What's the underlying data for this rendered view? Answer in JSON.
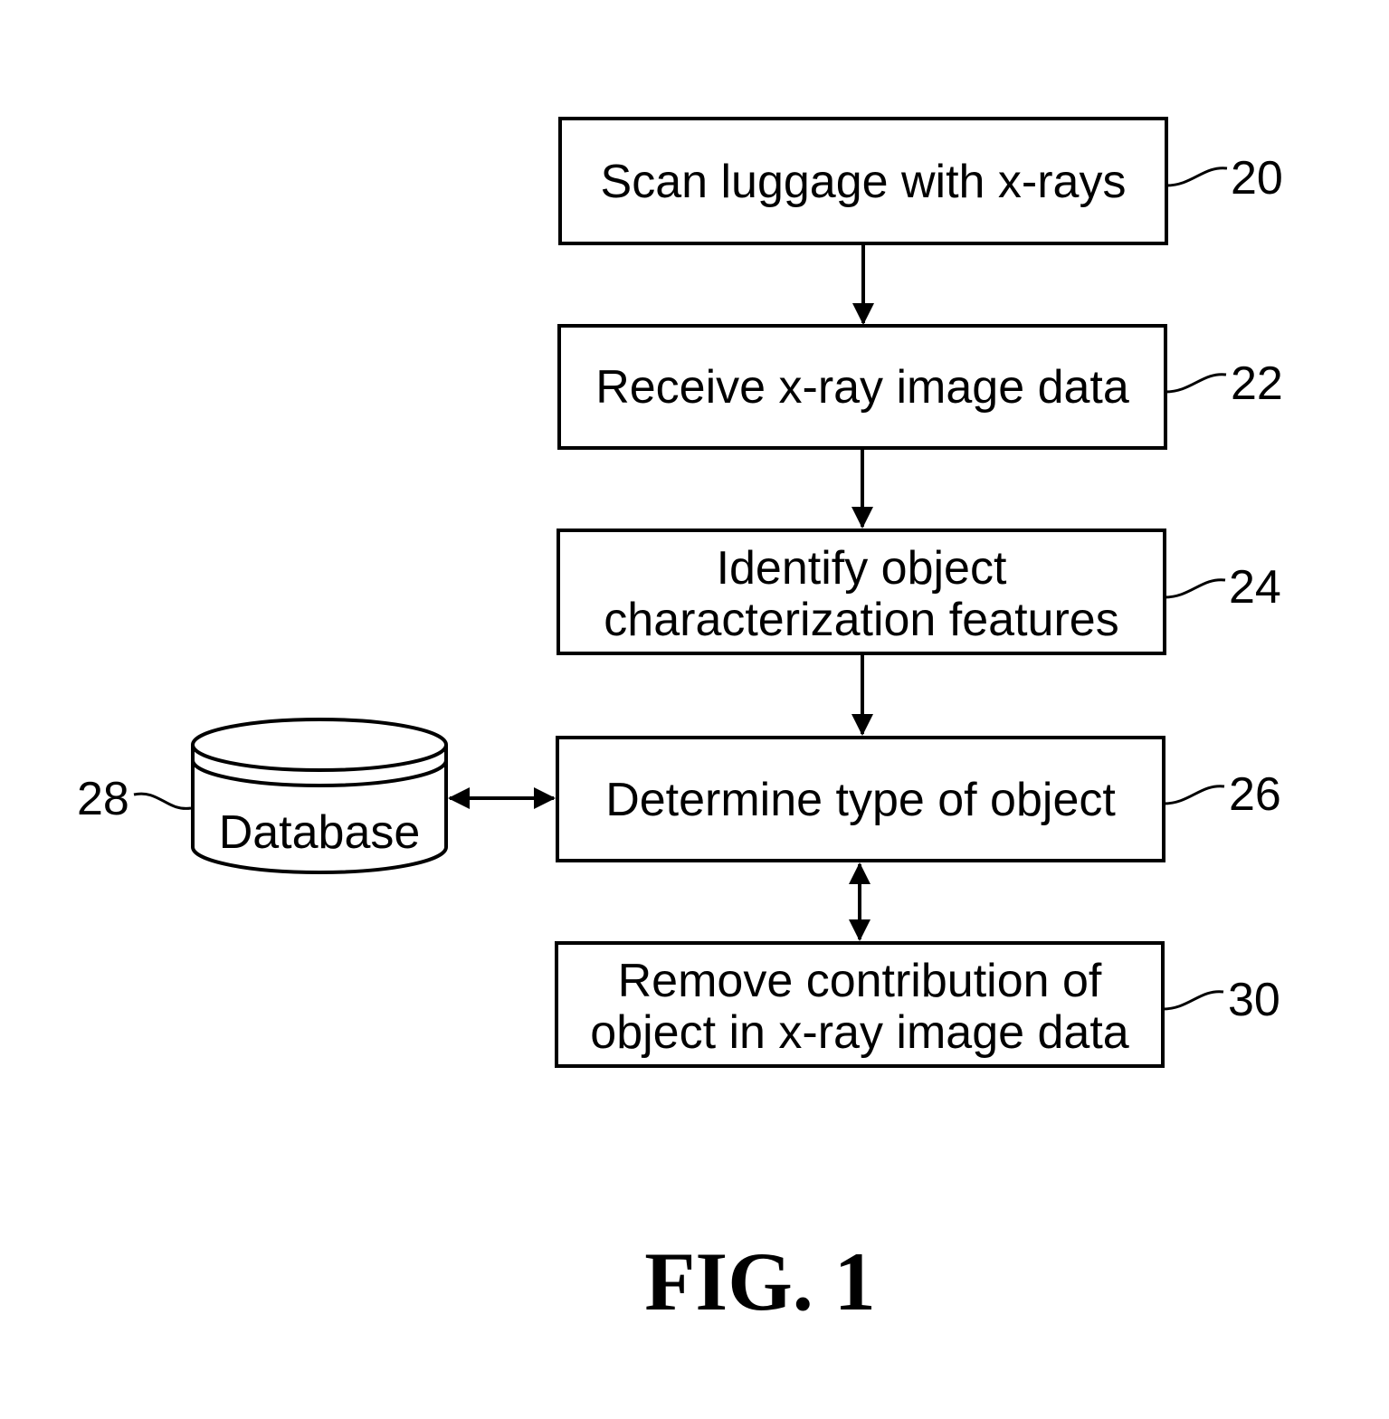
{
  "steps": [
    {
      "id": "scan",
      "lines": [
        "Scan luggage with x-rays"
      ],
      "ref": "20"
    },
    {
      "id": "receive",
      "lines": [
        "Receive x-ray image data"
      ],
      "ref": "22"
    },
    {
      "id": "identify",
      "lines": [
        "Identify object",
        "characterization features"
      ],
      "ref": "24"
    },
    {
      "id": "determine",
      "lines": [
        "Determine type of object"
      ],
      "ref": "26"
    },
    {
      "id": "remove",
      "lines": [
        "Remove contribution of",
        "object in x-ray image data"
      ],
      "ref": "30"
    }
  ],
  "database": {
    "label": "Database",
    "ref": "28"
  },
  "figure_label": "FIG. 1"
}
